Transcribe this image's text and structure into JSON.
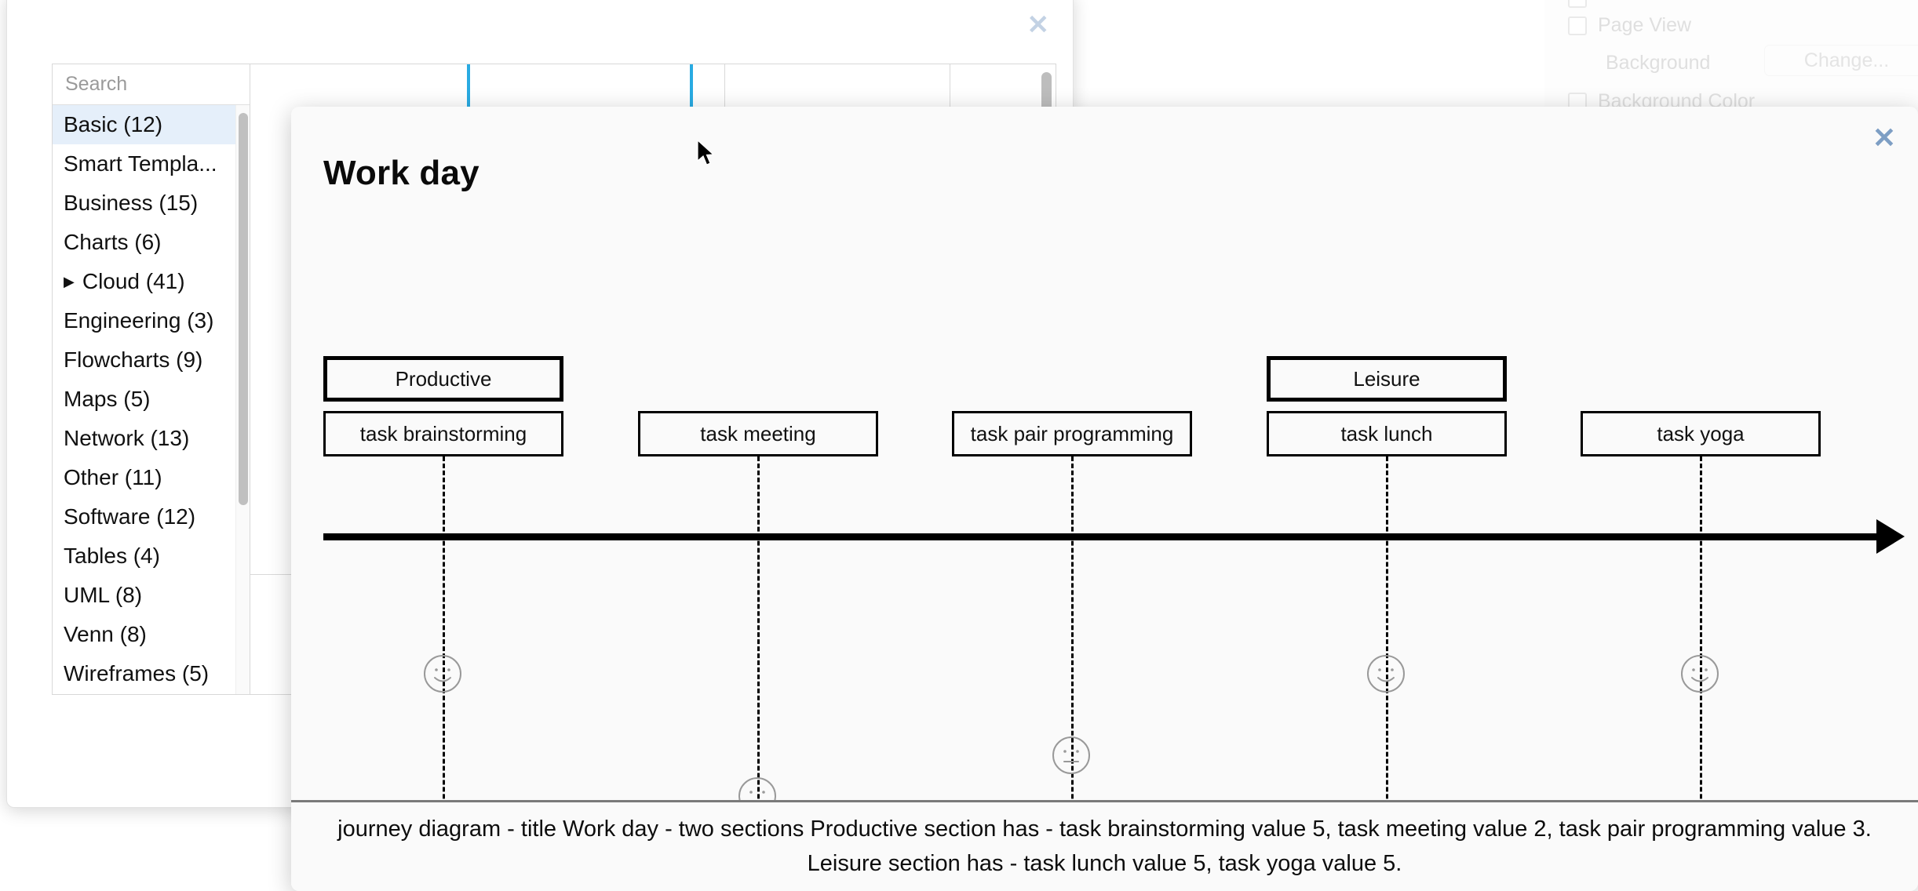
{
  "settings_panel": {
    "rows": [
      {
        "label": "",
        "has_checkbox": true
      },
      {
        "label": "Page View",
        "has_checkbox": true
      },
      {
        "label": "Background",
        "has_checkbox": false
      },
      {
        "label": "Background Color",
        "has_checkbox": true
      }
    ],
    "change_button": "Change...",
    "text_color": "#b9b9b9"
  },
  "picker": {
    "close_icon": "✕",
    "search": {
      "value": "",
      "placeholder": "Search",
      "icon": "search-icon"
    },
    "categories": [
      {
        "label": "Basic (12)",
        "selected": true,
        "expandable": false
      },
      {
        "label": "Smart Templa...",
        "selected": false,
        "expandable": false
      },
      {
        "label": "Business (15)",
        "selected": false,
        "expandable": false
      },
      {
        "label": "Charts (6)",
        "selected": false,
        "expandable": false
      },
      {
        "label": "Cloud (41)",
        "selected": false,
        "expandable": true,
        "caret": "▶"
      },
      {
        "label": "Engineering (3)",
        "selected": false,
        "expandable": false
      },
      {
        "label": "Flowcharts (9)",
        "selected": false,
        "expandable": false
      },
      {
        "label": "Maps (5)",
        "selected": false,
        "expandable": false
      },
      {
        "label": "Network (13)",
        "selected": false,
        "expandable": false
      },
      {
        "label": "Other (11)",
        "selected": false,
        "expandable": false
      },
      {
        "label": "Software (12)",
        "selected": false,
        "expandable": false
      },
      {
        "label": "Tables (4)",
        "selected": false,
        "expandable": false
      },
      {
        "label": "UML (8)",
        "selected": false,
        "expandable": false
      },
      {
        "label": "Venn (8)",
        "selected": false,
        "expandable": false
      },
      {
        "label": "Wireframes (5)",
        "selected": false,
        "expandable": false
      }
    ],
    "selection_color": "#e5effa",
    "active_thumb_color": "#29abe2"
  },
  "preview": {
    "close_icon": "✕",
    "caption_line1": "journey diagram - title Work day - two sections Productive section has - task brainstorming value 5, task meeting value 2, task pair programming value 3.",
    "caption_line2": "Leisure section has - task lunch value 5, task yoga value 5."
  },
  "chart_data": {
    "type": "journey",
    "title": "Work day",
    "sections": [
      {
        "name": "Productive",
        "tasks": [
          "task brainstorming",
          "task meeting",
          "task pair programming"
        ]
      },
      {
        "name": "Leisure",
        "tasks": [
          "task lunch",
          "task yoga"
        ]
      }
    ],
    "tasks": [
      {
        "label": "task brainstorming",
        "value": 5,
        "section": "Productive",
        "face": "happy"
      },
      {
        "label": "task meeting",
        "value": 2,
        "section": "Productive",
        "face": "sad"
      },
      {
        "label": "task pair programming",
        "value": 3,
        "section": "Productive",
        "face": "neutral"
      },
      {
        "label": "task lunch",
        "value": 5,
        "section": "Leisure",
        "face": "happy"
      },
      {
        "label": "task yoga",
        "value": 5,
        "section": "Leisure",
        "face": "happy"
      }
    ],
    "value_scale": [
      1,
      5
    ],
    "axis": "timeline",
    "axis_direction": "left-to-right"
  }
}
